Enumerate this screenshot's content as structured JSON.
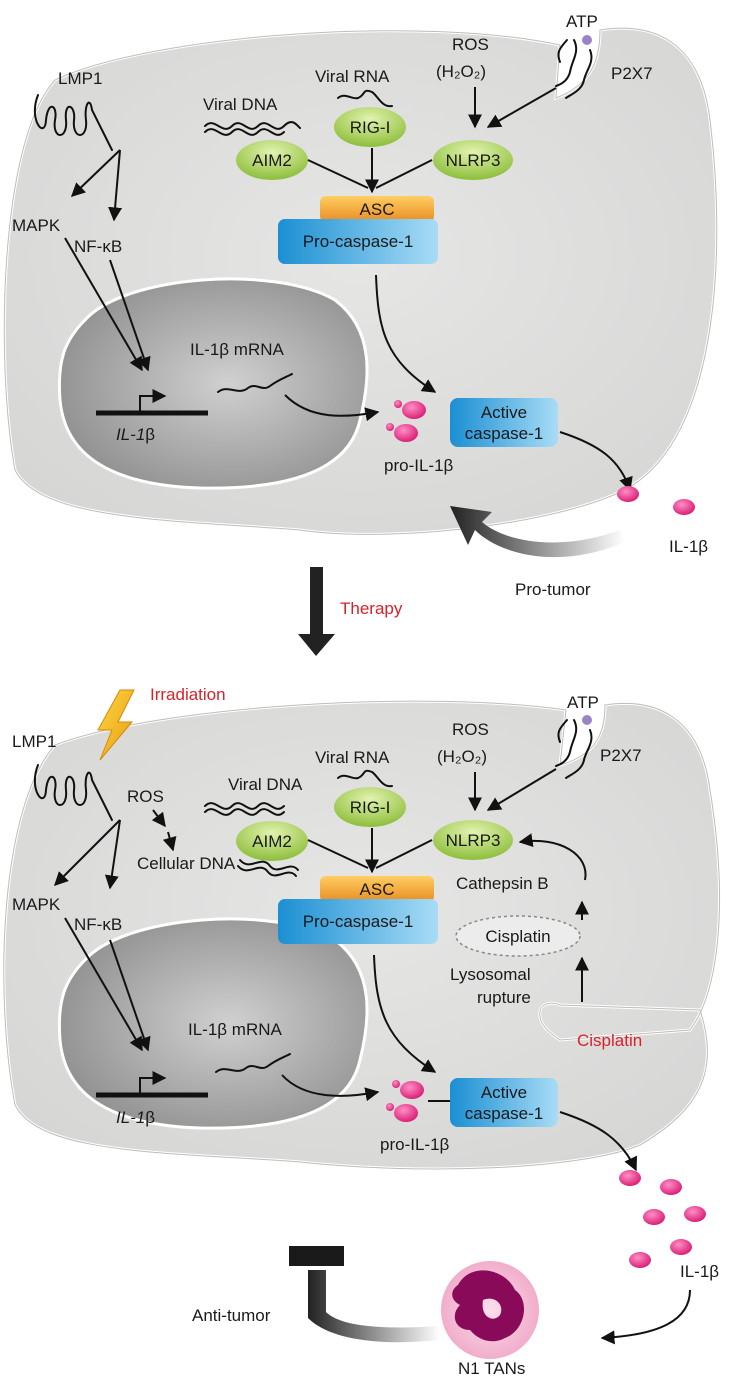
{
  "panels": [
    {
      "lmp1": "LMP1",
      "atp": "ATP",
      "p2x7": "P2X7",
      "ros": "ROS",
      "h2o2": "(H₂O₂)",
      "viral_rna": "Viral RNA",
      "viral_dna": "Viral DNA",
      "rig_i": "RIG-I",
      "aim2": "AIM2",
      "nlrp3": "NLRP3",
      "asc": "ASC",
      "pro_caspase": "Pro-caspase-1",
      "mapk": "MAPK",
      "nfkb": "NF-κB",
      "il1b_mrna": "IL-1β mRNA",
      "il1b_gene": "IL-1",
      "beta": "β",
      "active_1": "Active",
      "active_2": "caspase-1",
      "pro_il1b": "pro-IL-1β",
      "il1b": "IL-1β",
      "effect": "Pro-tumor"
    },
    {
      "lmp1": "LMP1",
      "atp": "ATP",
      "p2x7": "P2X7",
      "ros": "ROS",
      "h2o2": "(H₂O₂)",
      "viral_rna": "Viral RNA",
      "viral_dna": "Viral DNA",
      "rig_i": "RIG-I",
      "aim2": "AIM2",
      "nlrp3": "NLRP3",
      "asc": "ASC",
      "pro_caspase": "Pro-caspase-1",
      "mapk": "MAPK",
      "nfkb": "NF-κB",
      "il1b_mrna": "IL-1β mRNA",
      "il1b_gene": "IL-1",
      "beta": "β",
      "active_1": "Active",
      "active_2": "caspase-1",
      "pro_il1b": "pro-IL-1β",
      "il1b": "IL-1β",
      "effect": "Anti-tumor",
      "irradiation": "Irradiation",
      "ros_irr": "ROS",
      "cellular_dna": "Cellular DNA",
      "cathepsin": "Cathepsin B",
      "cisplatin_vesicle": "Cisplatin",
      "lyso_1": "Lysosomal",
      "lyso_2": "rupture",
      "cisplatin_entry": "Cisplatin",
      "n1_tans": "N1 TANs"
    }
  ],
  "therapy": "Therapy",
  "colors": {
    "cell": "#e1e1e0",
    "nucleus": "#a9a9a9",
    "sensor": "#a9cf5c",
    "asc": "#f0a535",
    "caspase": "#3aa0dc",
    "il1b": "#e0207a",
    "alert": "#d8222b",
    "neutrophil": "#f2b8d2",
    "neutrophil_nucleus": "#8a0a5a"
  }
}
